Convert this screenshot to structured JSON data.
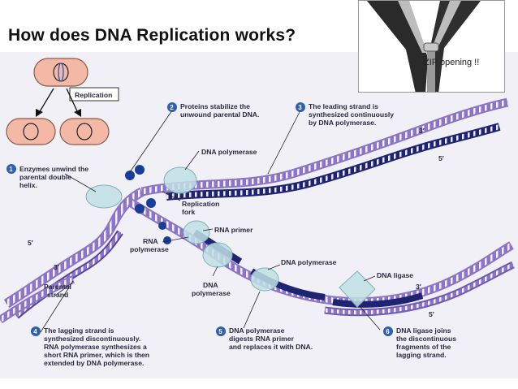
{
  "slide": {
    "title": "How does DNA Replication works?",
    "zip_caption": "ZIP opening !!"
  },
  "diagram": {
    "replication_box": "Replication",
    "steps": [
      {
        "num": "1",
        "lines": [
          "Enzymes unwind the",
          "parental double",
          "helix."
        ]
      },
      {
        "num": "2",
        "lines": [
          "Proteins stabilize the",
          "unwound parental DNA."
        ]
      },
      {
        "num": "3",
        "lines": [
          "The leading strand is",
          "synthesized continuously",
          "by DNA polymerase."
        ]
      },
      {
        "num": "4",
        "lines": [
          "The lagging strand is",
          "synthesized discontinuously.",
          "RNA polymerase synthesizes a",
          "short RNA primer, which is then",
          "extended by DNA polymerase."
        ]
      },
      {
        "num": "5",
        "lines": [
          "DNA polymerase",
          "digests RNA primer",
          "and replaces it with DNA."
        ]
      },
      {
        "num": "6",
        "lines": [
          "DNA ligase joins",
          "the discontinuous",
          "fragments of the",
          "lagging strand."
        ]
      }
    ],
    "labels": {
      "dna_polymerase_top": "DNA polymerase",
      "replication_fork": [
        "Replication",
        "fork"
      ],
      "rna_primer": "RNA primer",
      "rna_polymerase": [
        "RNA",
        "polymerase"
      ],
      "dna_polymerase_mid": [
        "DNA",
        "polymerase"
      ],
      "dna_polymerase_right": "DNA polymerase",
      "dna_ligase": "DNA ligase",
      "parental_strand": [
        "Parental",
        "strand"
      ],
      "three_prime_top": "3′",
      "five_prime_top": "5′",
      "five_prime_left": "5′",
      "three_prime_left": "3′",
      "three_prime_right": "3′",
      "five_prime_right": "5′"
    },
    "colors": {
      "parental": "#8c74c8",
      "parental_dark": "#4f3c8e",
      "new_strand": "#1f2472",
      "enzyme": "#bfe0e4",
      "stabilizer": "#1a3d9c",
      "step_number": "#2f5fb0"
    }
  }
}
